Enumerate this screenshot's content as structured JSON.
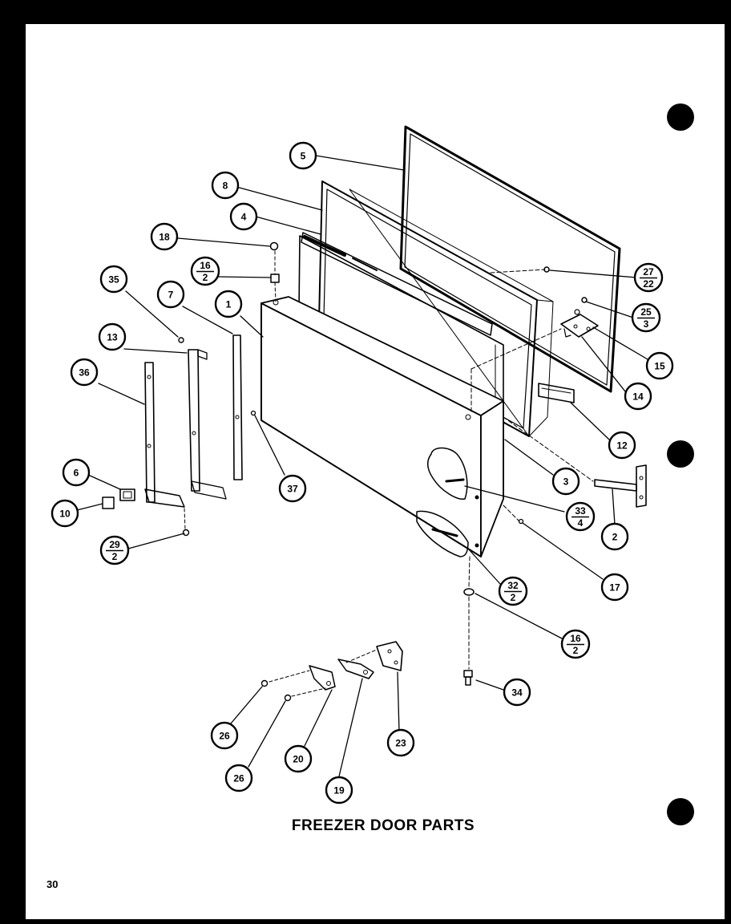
{
  "title": "FREEZER DOOR PARTS",
  "page_number": "30",
  "callouts": [
    {
      "id": "c5",
      "num": "5"
    },
    {
      "id": "c8",
      "num": "8"
    },
    {
      "id": "c4",
      "num": "4"
    },
    {
      "id": "c18",
      "num": "18"
    },
    {
      "id": "c16a",
      "num": "16",
      "den": "2"
    },
    {
      "id": "c35a",
      "num": "35"
    },
    {
      "id": "c7",
      "num": "7"
    },
    {
      "id": "c1",
      "num": "1"
    },
    {
      "id": "c13",
      "num": "13"
    },
    {
      "id": "c36",
      "num": "36"
    },
    {
      "id": "c6",
      "num": "6"
    },
    {
      "id": "c10",
      "num": "10"
    },
    {
      "id": "c29",
      "num": "29",
      "den": "2"
    },
    {
      "id": "c37",
      "num": "37"
    },
    {
      "id": "c27",
      "num": "27",
      "den": "22"
    },
    {
      "id": "c25",
      "num": "25",
      "den": "3"
    },
    {
      "id": "c15",
      "num": "15"
    },
    {
      "id": "c14",
      "num": "14"
    },
    {
      "id": "c12",
      "num": "12"
    },
    {
      "id": "c3",
      "num": "3"
    },
    {
      "id": "c33",
      "num": "33",
      "den": "4"
    },
    {
      "id": "c2",
      "num": "2"
    },
    {
      "id": "c17",
      "num": "17"
    },
    {
      "id": "c32",
      "num": "32",
      "den": "2"
    },
    {
      "id": "c16b",
      "num": "16",
      "den": "2"
    },
    {
      "id": "c34",
      "num": "34"
    },
    {
      "id": "c26a",
      "num": "26"
    },
    {
      "id": "c20",
      "num": "20"
    },
    {
      "id": "c26b",
      "num": "26"
    },
    {
      "id": "c19",
      "num": "19"
    },
    {
      "id": "c23",
      "num": "23"
    }
  ]
}
